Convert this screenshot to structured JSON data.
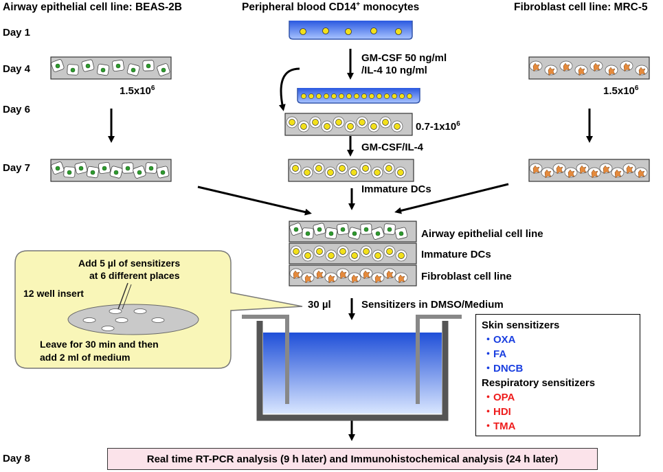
{
  "headers": {
    "airway": "Airway epithelial cell line: BEAS-2B",
    "monocytes_prefix": "Peripheral blood CD14",
    "monocytes_sup": "+",
    "monocytes_suffix": " monocytes",
    "fibroblast": "Fibroblast cell line: MRC-5"
  },
  "days": {
    "d1": "Day 1",
    "d4": "Day 4",
    "d6": "Day 6",
    "d7": "Day 7",
    "d8": "Day 8"
  },
  "labels": {
    "gmcsf_50": "GM-CSF 50 ng/ml",
    "il4_10": "/IL-4 10 ng/ml",
    "airway_density_base": "1.5x10",
    "airway_density_exp": "6",
    "fibro_density_base": "1.5x10",
    "fibro_density_exp": "6",
    "dc_density_base": "0.7-1x10",
    "dc_density_exp": "6",
    "gmcsf_il4": "GM-CSF/IL-4",
    "immature_dcs": "Immature DCs",
    "layer_airway": "Airway epithelial cell line",
    "layer_dcs": "Immature DCs",
    "layer_fibro": "Fibroblast cell line",
    "volume": "30 µl",
    "sensitizers_medium": "Sensitizers in DMSO/Medium"
  },
  "callout": {
    "add_line1": "Add 5 µl of sensitizers",
    "add_line2": "at 6 different places",
    "insert": "12 well insert",
    "leave_line1": "Leave for 30 min and then",
    "leave_line2": "add 2 ml of medium"
  },
  "sensitizers": {
    "skin_title": "Skin sensitizers",
    "skin": [
      "・OXA",
      "・FA",
      "・DNCB"
    ],
    "resp_title": "Respiratory sensitizers",
    "respiratory": [
      "・OPA",
      "・HDI",
      "・TMA"
    ],
    "skin_color": "#1a3fe0",
    "resp_color": "#ee1c1c"
  },
  "final": "Real time RT-PCR analysis (9 h later) and Immunohistochemical analysis (24 h later)",
  "colors": {
    "callout_fill": "#f9f6b8",
    "final_fill": "#fbe3ea",
    "medium_blue": "#3f74e0",
    "strip_gray": "#c8c8c8",
    "epithelial_green": "#2e9a2e",
    "dc_yellow": "#f2e01a",
    "fibro_orange": "#e58a3c"
  }
}
